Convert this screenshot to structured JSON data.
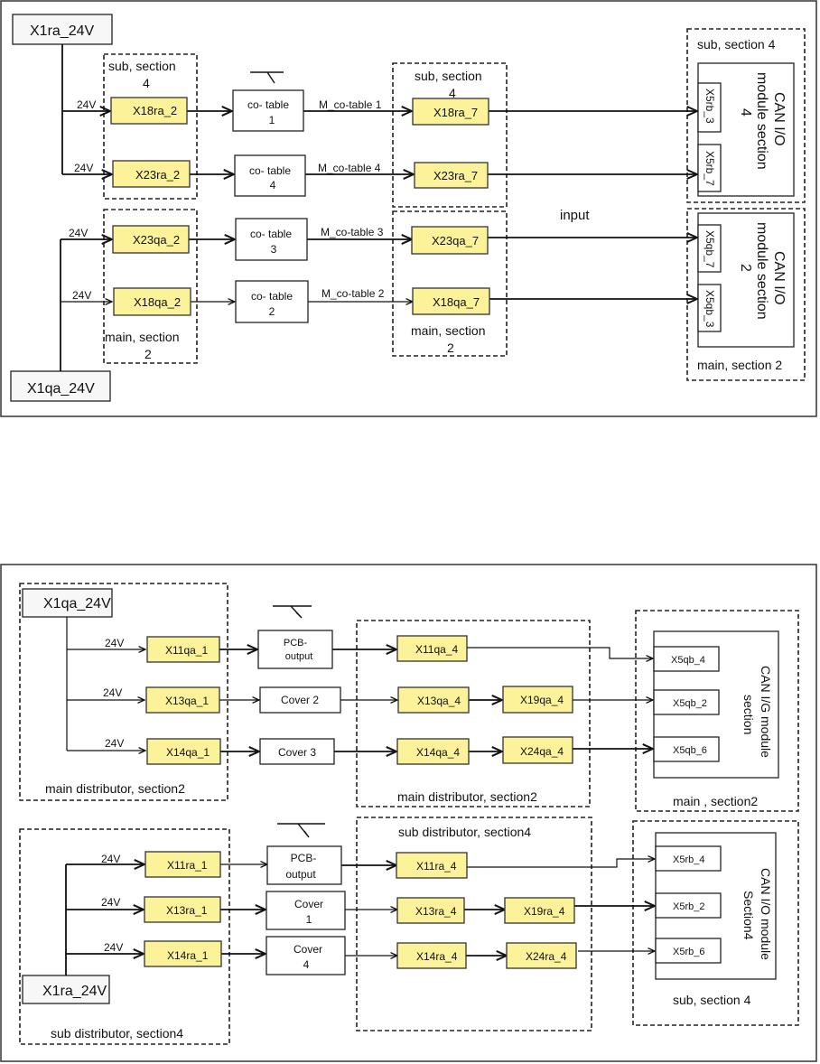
{
  "colors": {
    "terminal_fill": "#fbf29a",
    "frame_border": "#333333"
  },
  "figure1": {
    "sources": {
      "top": "X1ra_24V",
      "bottom": "X1qa_24V"
    },
    "groups": {
      "left_sub": [
        "sub, section",
        "4"
      ],
      "left_main": [
        "main, section",
        "2"
      ],
      "mid_sub": [
        "sub, section",
        "4"
      ],
      "mid_main": [
        "main, section",
        "2"
      ],
      "right_sub": "sub, section  4",
      "right_main": "main, section 2"
    },
    "input_label": "input",
    "rows": [
      {
        "voltage": "24V",
        "terminal_in": "X18ra_2",
        "cotable": [
          "co- table",
          "1"
        ],
        "signal": "M_co-table 1",
        "terminal_out": "X18ra_7",
        "port": "X5rb_3"
      },
      {
        "voltage": "24V",
        "terminal_in": "X23ra_2",
        "cotable": [
          "co- table",
          "4"
        ],
        "signal": "M_co-table  4",
        "terminal_out": "X23ra_7",
        "port": "X5rb_7"
      },
      {
        "voltage": "24V",
        "terminal_in": "X23qa_2",
        "cotable": [
          "co- table",
          "3"
        ],
        "signal": "M_co-table 3",
        "terminal_out": "X23qa_7",
        "port": "X5qb_7"
      },
      {
        "voltage": "24V",
        "terminal_in": "X18qa_2",
        "cotable": [
          "co- table",
          "2"
        ],
        "signal": "M_co-table 2",
        "terminal_out": "X18qa_7",
        "port": "X5qb_3"
      }
    ],
    "modules": {
      "sub": [
        "CAN I/O",
        "module section",
        "4"
      ],
      "main": [
        "CAN I/O",
        "module section",
        "2"
      ]
    }
  },
  "figure2": {
    "main": {
      "source": "X1qa_24V",
      "left_group": "main  distributor, section2",
      "mid_group": "main  distributor, section2",
      "right_group": "main , section2",
      "module": [
        "CAN I/G  module",
        "section"
      ],
      "rows": [
        {
          "voltage": "24V",
          "terminal_in": "X11qa_1",
          "device": [
            "PCB-",
            "output"
          ],
          "terminal_a": "X11qa_4",
          "terminal_b": "",
          "port": "X5qb_4"
        },
        {
          "voltage": "24V",
          "terminal_in": "X13qa_1",
          "device": [
            "Cover 2"
          ],
          "terminal_a": "X13qa_4",
          "terminal_b": "X19qa_4",
          "port": "X5qb_2"
        },
        {
          "voltage": "24V",
          "terminal_in": "X14qa_1",
          "device": [
            "Cover 3"
          ],
          "terminal_a": "X14qa_4",
          "terminal_b": "X24qa_4",
          "port": "X5qb_6"
        }
      ]
    },
    "sub": {
      "source": "X1ra_24V",
      "left_group": "sub  distributor, section4",
      "mid_group": "sub  distributor, section4",
      "right_group": "sub,  section  4",
      "module": [
        "CAN I/O  module",
        "Section4"
      ],
      "rows": [
        {
          "voltage": "24V",
          "terminal_in": "X11ra_1",
          "device": [
            "PCB-",
            "output"
          ],
          "terminal_a": "X11ra_4",
          "terminal_b": "",
          "port": "X5rb_4"
        },
        {
          "voltage": "24V",
          "terminal_in": "X13ra_1",
          "device": [
            "Cover",
            "1"
          ],
          "terminal_a": "X13ra_4",
          "terminal_b": "X19ra_4",
          "port": "X5rb_2"
        },
        {
          "voltage": "24V",
          "terminal_in": "X14ra_1",
          "device": [
            "Cover",
            "4"
          ],
          "terminal_a": "X14ra_4",
          "terminal_b": "X24ra_4",
          "port": "X5rb_6"
        }
      ]
    }
  }
}
